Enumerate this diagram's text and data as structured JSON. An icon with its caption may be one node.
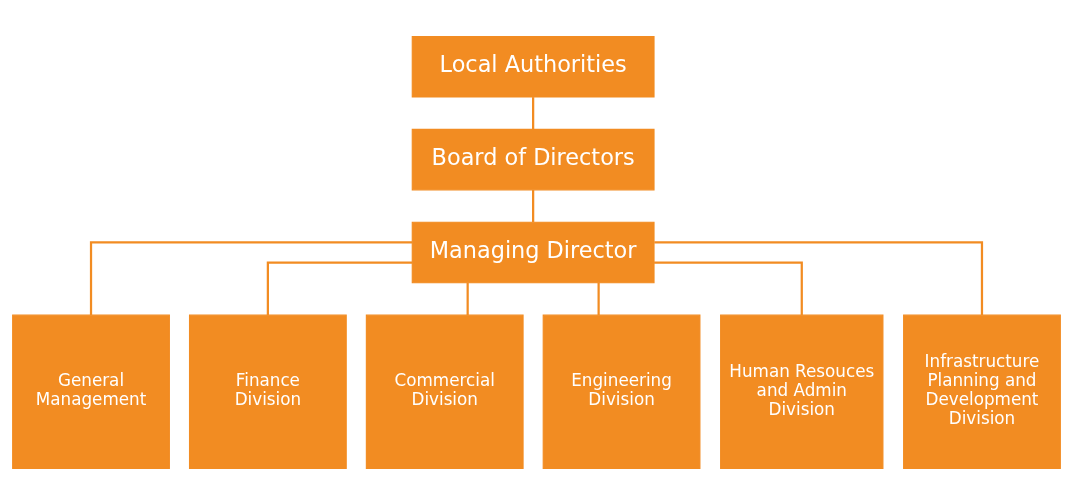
{
  "diagram": {
    "nodes": [
      {
        "text": [
          "Local Authorities"
        ]
      },
      {
        "text": [
          "Board of Directors"
        ]
      },
      {
        "text": [
          "Managing Director"
        ]
      },
      {
        "text": [
          "General Management"
        ]
      },
      {
        "text": [
          "Finance Division"
        ]
      },
      {
        "text": [
          "Commercial Division"
        ]
      },
      {
        "text": [
          "Engineering Division"
        ]
      },
      {
        "text": [
          "Human Resouces and Admin Division"
        ]
      },
      {
        "text": [
          "Infrastructure Planning and Development Division"
        ]
      }
    ],
    "edges": [
      {
        "from": 0,
        "to": 1,
        "arrow": "none"
      },
      {
        "from": 1,
        "to": 2,
        "arrow": "none"
      },
      {
        "from": 2,
        "to": 3,
        "arrow": "none"
      },
      {
        "from": 2,
        "to": 4,
        "arrow": "none"
      },
      {
        "from": 2,
        "to": 5,
        "arrow": "none"
      },
      {
        "from": 2,
        "to": 6,
        "arrow": "none"
      },
      {
        "from": 2,
        "to": 7,
        "arrow": "none"
      },
      {
        "from": 2,
        "to": 8,
        "arrow": "none"
      }
    ]
  }
}
